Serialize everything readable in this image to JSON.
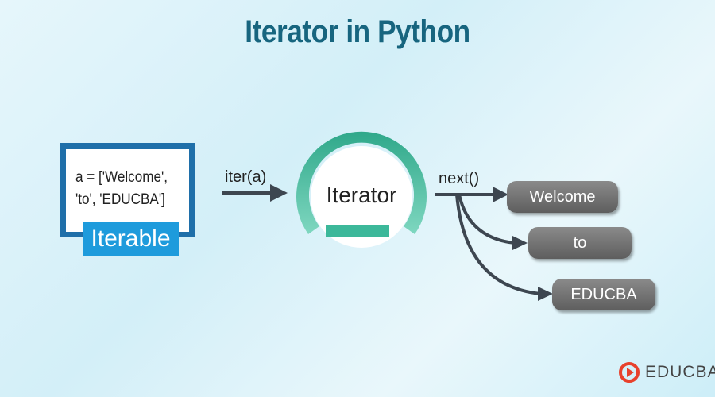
{
  "title": "Iterator in Python",
  "iterable": {
    "code_line1": "a = ['Welcome',",
    "code_line2": "'to', 'EDUCBA']",
    "label": "Iterable"
  },
  "iter_call": "iter(a)",
  "iterator_label": "Iterator",
  "next_call": "next()",
  "outputs": [
    "Welcome",
    "to",
    "EDUCBA"
  ],
  "logo": {
    "text": "EDUCBA"
  },
  "colors": {
    "title": "#17657f",
    "iterable_label": "#1e9bdc",
    "iterator_ring": "#3cb89a",
    "pill": "#6e6e6e"
  }
}
